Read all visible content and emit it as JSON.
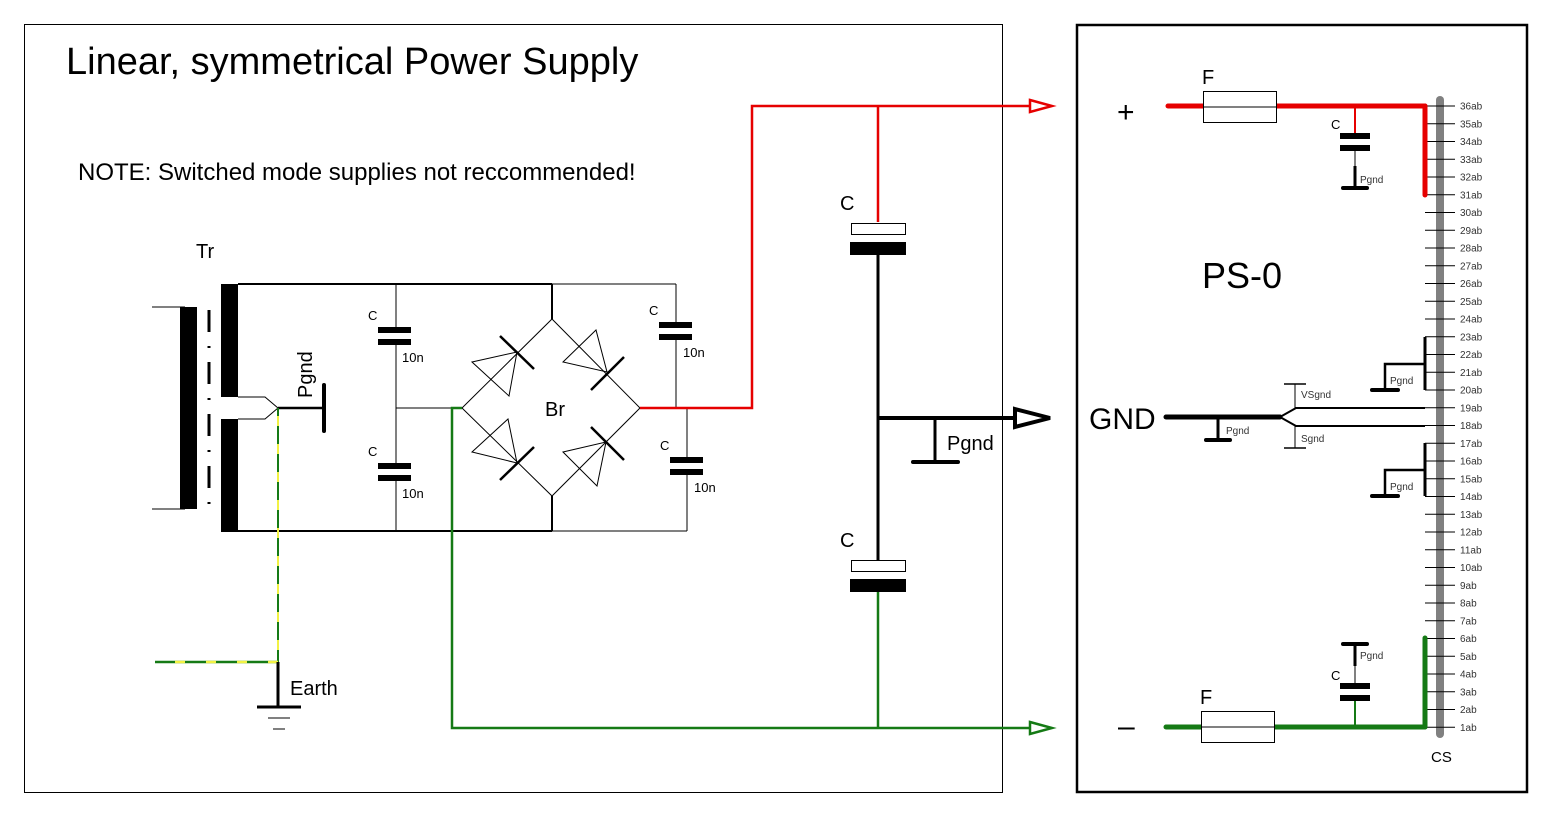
{
  "left_panel": {
    "title": "Linear, symmetrical  Power Supply",
    "note": "NOTE: Switched mode supplies not reccommended!",
    "transformer_label": "Tr",
    "transformer_center_tap_label": "Pgnd",
    "earth_label": "Earth",
    "bridge_label": "Br",
    "snubber_caps": [
      {
        "label": "C",
        "value": "10n"
      },
      {
        "label": "C",
        "value": "10n"
      },
      {
        "label": "C",
        "value": "10n"
      },
      {
        "label": "C",
        "value": "10n"
      }
    ],
    "filter_caps": [
      {
        "label": "C"
      },
      {
        "label": "C"
      }
    ],
    "midpoint_ground_label": "Pgnd"
  },
  "right_panel": {
    "module_name": "PS-0",
    "positive_label": "+",
    "negative_label": "–",
    "ground_label": "GND",
    "fuse_label_top": "F",
    "fuse_label_bottom": "F",
    "cap_label_top": "C",
    "cap_label_bottom": "C",
    "pgnd_labels": [
      "Pgnd",
      "Pgnd",
      "Pgnd",
      "Pgnd",
      "Pgnd"
    ],
    "vsgnd_label": "VSgnd",
    "sgnd_label": "Sgnd",
    "connector_label": "CS",
    "pins": [
      "36ab",
      "35ab",
      "34ab",
      "33ab",
      "32ab",
      "31ab",
      "30ab",
      "29ab",
      "28ab",
      "27ab",
      "26ab",
      "25ab",
      "24ab",
      "23ab",
      "22ab",
      "21ab",
      "20ab",
      "19ab",
      "18ab",
      "17ab",
      "16ab",
      "15ab",
      "14ab",
      "13ab",
      "12ab",
      "11ab",
      "10ab",
      "9ab",
      "8ab",
      "7ab",
      "6ab",
      "5ab",
      "4ab",
      "3ab",
      "2ab",
      "1ab"
    ]
  },
  "colors": {
    "positive_rail": "#e60000",
    "negative_rail": "#157a15",
    "earth_yellow": "#f2f244",
    "connector_bar": "#808080",
    "frame": "#000000"
  }
}
